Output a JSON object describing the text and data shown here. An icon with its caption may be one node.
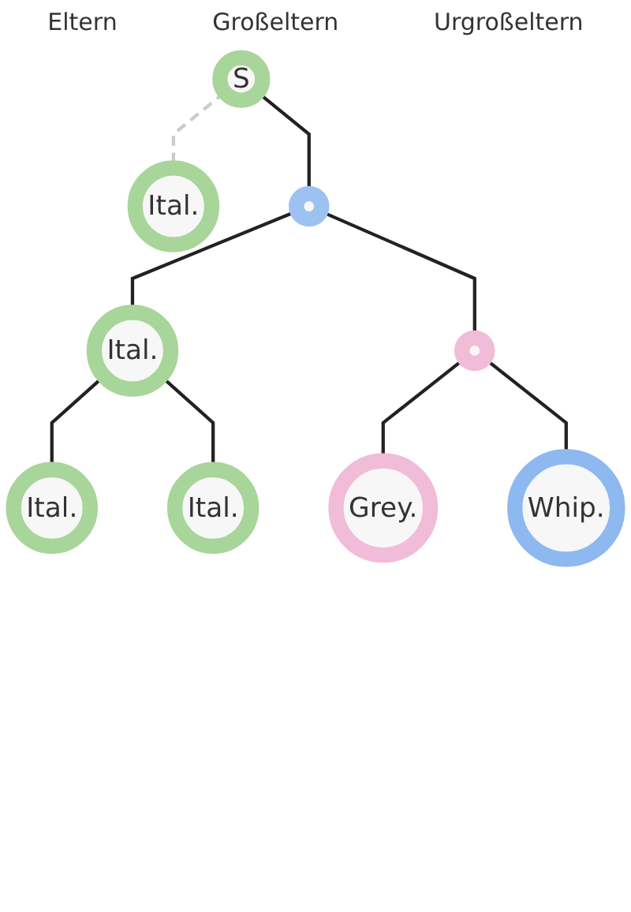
{
  "diagram": {
    "nodes": [
      {
        "text": [
          "S"
        ]
      },
      {
        "text": [
          "Ital."
        ]
      },
      {
        "text": [],
        "shape": "circle"
      },
      {
        "text": [
          "Ital."
        ]
      },
      {
        "text": [],
        "shape": "circle"
      },
      {
        "text": [
          "Ital."
        ]
      },
      {
        "text": [
          "Ital."
        ]
      },
      {
        "text": [
          "Grey."
        ]
      },
      {
        "text": [
          "Whip."
        ]
      }
    ],
    "edges": [
      {
        "from": 0,
        "to": 1,
        "arrow": "none",
        "style": "dashed",
        "color": "#cccccc"
      },
      {
        "from": 0,
        "to": 2,
        "arrow": "none"
      },
      {
        "from": 2,
        "to": 3,
        "arrow": "none"
      },
      {
        "from": 2,
        "to": 4,
        "arrow": "none"
      },
      {
        "from": 3,
        "to": 5,
        "arrow": "none"
      },
      {
        "from": 3,
        "to": 6,
        "arrow": "none"
      },
      {
        "from": 4,
        "to": 7,
        "arrow": "none"
      },
      {
        "from": 4,
        "to": 8,
        "arrow": "none"
      }
    ],
    "labels": [
      "Eltern",
      "Großeltern",
      "Urgroßeltern"
    ]
  }
}
